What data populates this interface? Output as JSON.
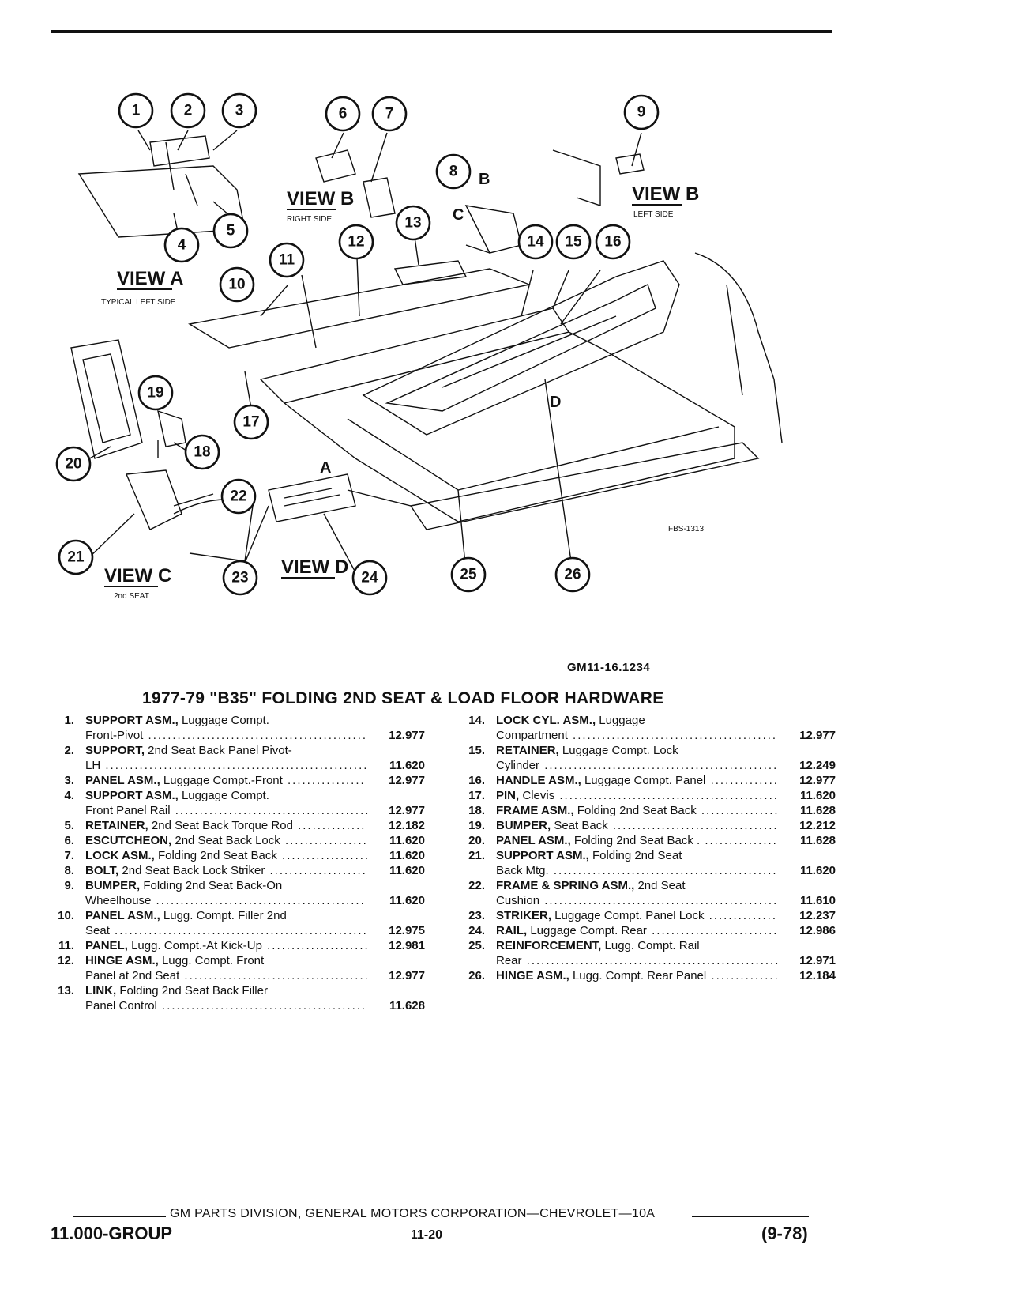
{
  "figure": {
    "views": [
      {
        "title": "VIEW A",
        "subtitle": "TYPICAL LEFT SIDE"
      },
      {
        "title": "VIEW B",
        "subtitle": "RIGHT SIDE"
      },
      {
        "title": "VIEW B",
        "subtitle": "LEFT SIDE"
      },
      {
        "title": "VIEW C",
        "subtitle": "2nd SEAT"
      },
      {
        "title": "VIEW D",
        "subtitle": ""
      }
    ],
    "view_letters": [
      "A",
      "B",
      "C",
      "D"
    ],
    "callouts": [
      "1",
      "2",
      "3",
      "4",
      "5",
      "6",
      "7",
      "8",
      "9",
      "10",
      "11",
      "12",
      "13",
      "14",
      "15",
      "16",
      "17",
      "18",
      "19",
      "20",
      "21",
      "22",
      "23",
      "24",
      "25",
      "26"
    ],
    "code": "FBS-1313",
    "figure_id": "GM11-16.1234"
  },
  "title": "1977-79 \"B35\" FOLDING 2ND SEAT & LOAD FLOOR HARDWARE",
  "parts_left": [
    {
      "num": "1.",
      "lines": [
        {
          "b": "SUPPORT ASM.,",
          "t": " Luggage Compt."
        },
        {
          "b": "",
          "t": "Front-Pivot",
          "code": "12.977"
        }
      ]
    },
    {
      "num": "2.",
      "lines": [
        {
          "b": "SUPPORT,",
          "t": " 2nd Seat Back Panel Pivot-"
        },
        {
          "b": "",
          "t": "LH",
          "code": "11.620"
        }
      ]
    },
    {
      "num": "3.",
      "lines": [
        {
          "b": "PANEL ASM.,",
          "t": " Luggage Compt.-Front",
          "code": "12.977"
        }
      ]
    },
    {
      "num": "4.",
      "lines": [
        {
          "b": "SUPPORT ASM.,",
          "t": " Luggage Compt."
        },
        {
          "b": "",
          "t": "Front Panel Rail",
          "code": "12.977"
        }
      ]
    },
    {
      "num": "5.",
      "lines": [
        {
          "b": "RETAINER,",
          "t": " 2nd Seat Back Torque Rod",
          "code": "12.182"
        }
      ]
    },
    {
      "num": "6.",
      "lines": [
        {
          "b": "ESCUTCHEON,",
          "t": " 2nd Seat Back Lock",
          "code": "11.620"
        }
      ]
    },
    {
      "num": "7.",
      "lines": [
        {
          "b": "LOCK ASM.,",
          "t": " Folding 2nd Seat Back",
          "code": "11.620"
        }
      ]
    },
    {
      "num": "8.",
      "lines": [
        {
          "b": "BOLT,",
          "t": " 2nd Seat Back Lock Striker",
          "code": "11.620"
        }
      ]
    },
    {
      "num": "9.",
      "lines": [
        {
          "b": "BUMPER,",
          "t": " Folding 2nd Seat Back-On"
        },
        {
          "b": "",
          "t": "Wheelhouse",
          "code": "11.620"
        }
      ]
    },
    {
      "num": "10.",
      "lines": [
        {
          "b": "PANEL ASM.,",
          "t": " Lugg. Compt. Filler 2nd"
        },
        {
          "b": "",
          "t": "Seat",
          "code": "12.975"
        }
      ]
    },
    {
      "num": "11.",
      "lines": [
        {
          "b": "PANEL,",
          "t": " Lugg. Compt.-At Kick-Up",
          "code": "12.981"
        }
      ]
    },
    {
      "num": "12.",
      "lines": [
        {
          "b": "HINGE ASM.,",
          "t": " Lugg. Compt. Front"
        },
        {
          "b": "",
          "t": "Panel at 2nd Seat",
          "code": "12.977"
        }
      ]
    },
    {
      "num": "13.",
      "lines": [
        {
          "b": "LINK,",
          "t": " Folding 2nd Seat Back Filler"
        },
        {
          "b": "",
          "t": "Panel Control",
          "code": "11.628"
        }
      ]
    }
  ],
  "parts_right": [
    {
      "num": "14.",
      "lines": [
        {
          "b": "LOCK CYL. ASM.,",
          "t": " Luggage"
        },
        {
          "b": "",
          "t": "Compartment",
          "code": "12.977"
        }
      ]
    },
    {
      "num": "15.",
      "lines": [
        {
          "b": "RETAINER,",
          "t": " Luggage Compt. Lock"
        },
        {
          "b": "",
          "t": "Cylinder",
          "code": "12.249"
        }
      ]
    },
    {
      "num": "16.",
      "lines": [
        {
          "b": "HANDLE ASM.,",
          "t": " Luggage Compt. Panel",
          "code": "12.977"
        }
      ]
    },
    {
      "num": "17.",
      "lines": [
        {
          "b": "PIN,",
          "t": " Clevis",
          "code": "11.620"
        }
      ]
    },
    {
      "num": "18.",
      "lines": [
        {
          "b": "FRAME ASM.,",
          "t": " Folding 2nd Seat Back",
          "code": "11.628"
        }
      ]
    },
    {
      "num": "19.",
      "lines": [
        {
          "b": "BUMPER,",
          "t": " Seat Back",
          "code": "12.212"
        }
      ]
    },
    {
      "num": "20.",
      "lines": [
        {
          "b": "PANEL ASM.,",
          "t": " Folding 2nd Seat Back .",
          "code": "11.628"
        }
      ]
    },
    {
      "num": "21.",
      "lines": [
        {
          "b": "SUPPORT ASM.,",
          "t": " Folding 2nd Seat"
        },
        {
          "b": "",
          "t": "Back Mtg.",
          "code": "11.620"
        }
      ]
    },
    {
      "num": "22.",
      "lines": [
        {
          "b": "FRAME & SPRING ASM.,",
          "t": " 2nd Seat"
        },
        {
          "b": "",
          "t": "Cushion",
          "code": "11.610"
        }
      ]
    },
    {
      "num": "23.",
      "lines": [
        {
          "b": "STRIKER,",
          "t": " Luggage Compt. Panel Lock",
          "code": "12.237"
        }
      ]
    },
    {
      "num": "24.",
      "lines": [
        {
          "b": "RAIL,",
          "t": " Luggage Compt. Rear",
          "code": "12.986"
        }
      ]
    },
    {
      "num": "25.",
      "lines": [
        {
          "b": "REINFORCEMENT,",
          "t": " Lugg. Compt. Rail"
        },
        {
          "b": "",
          "t": "Rear",
          "code": "12.971"
        }
      ]
    },
    {
      "num": "26.",
      "lines": [
        {
          "b": "HINGE ASM.,",
          "t": " Lugg. Compt. Rear Panel",
          "code": "12.184"
        }
      ]
    }
  ],
  "footer": {
    "division": "GM PARTS DIVISION, GENERAL MOTORS CORPORATION—CHEVROLET—10A",
    "group": "11.000-GROUP",
    "page": "11-20",
    "edition": "(9-78)"
  }
}
